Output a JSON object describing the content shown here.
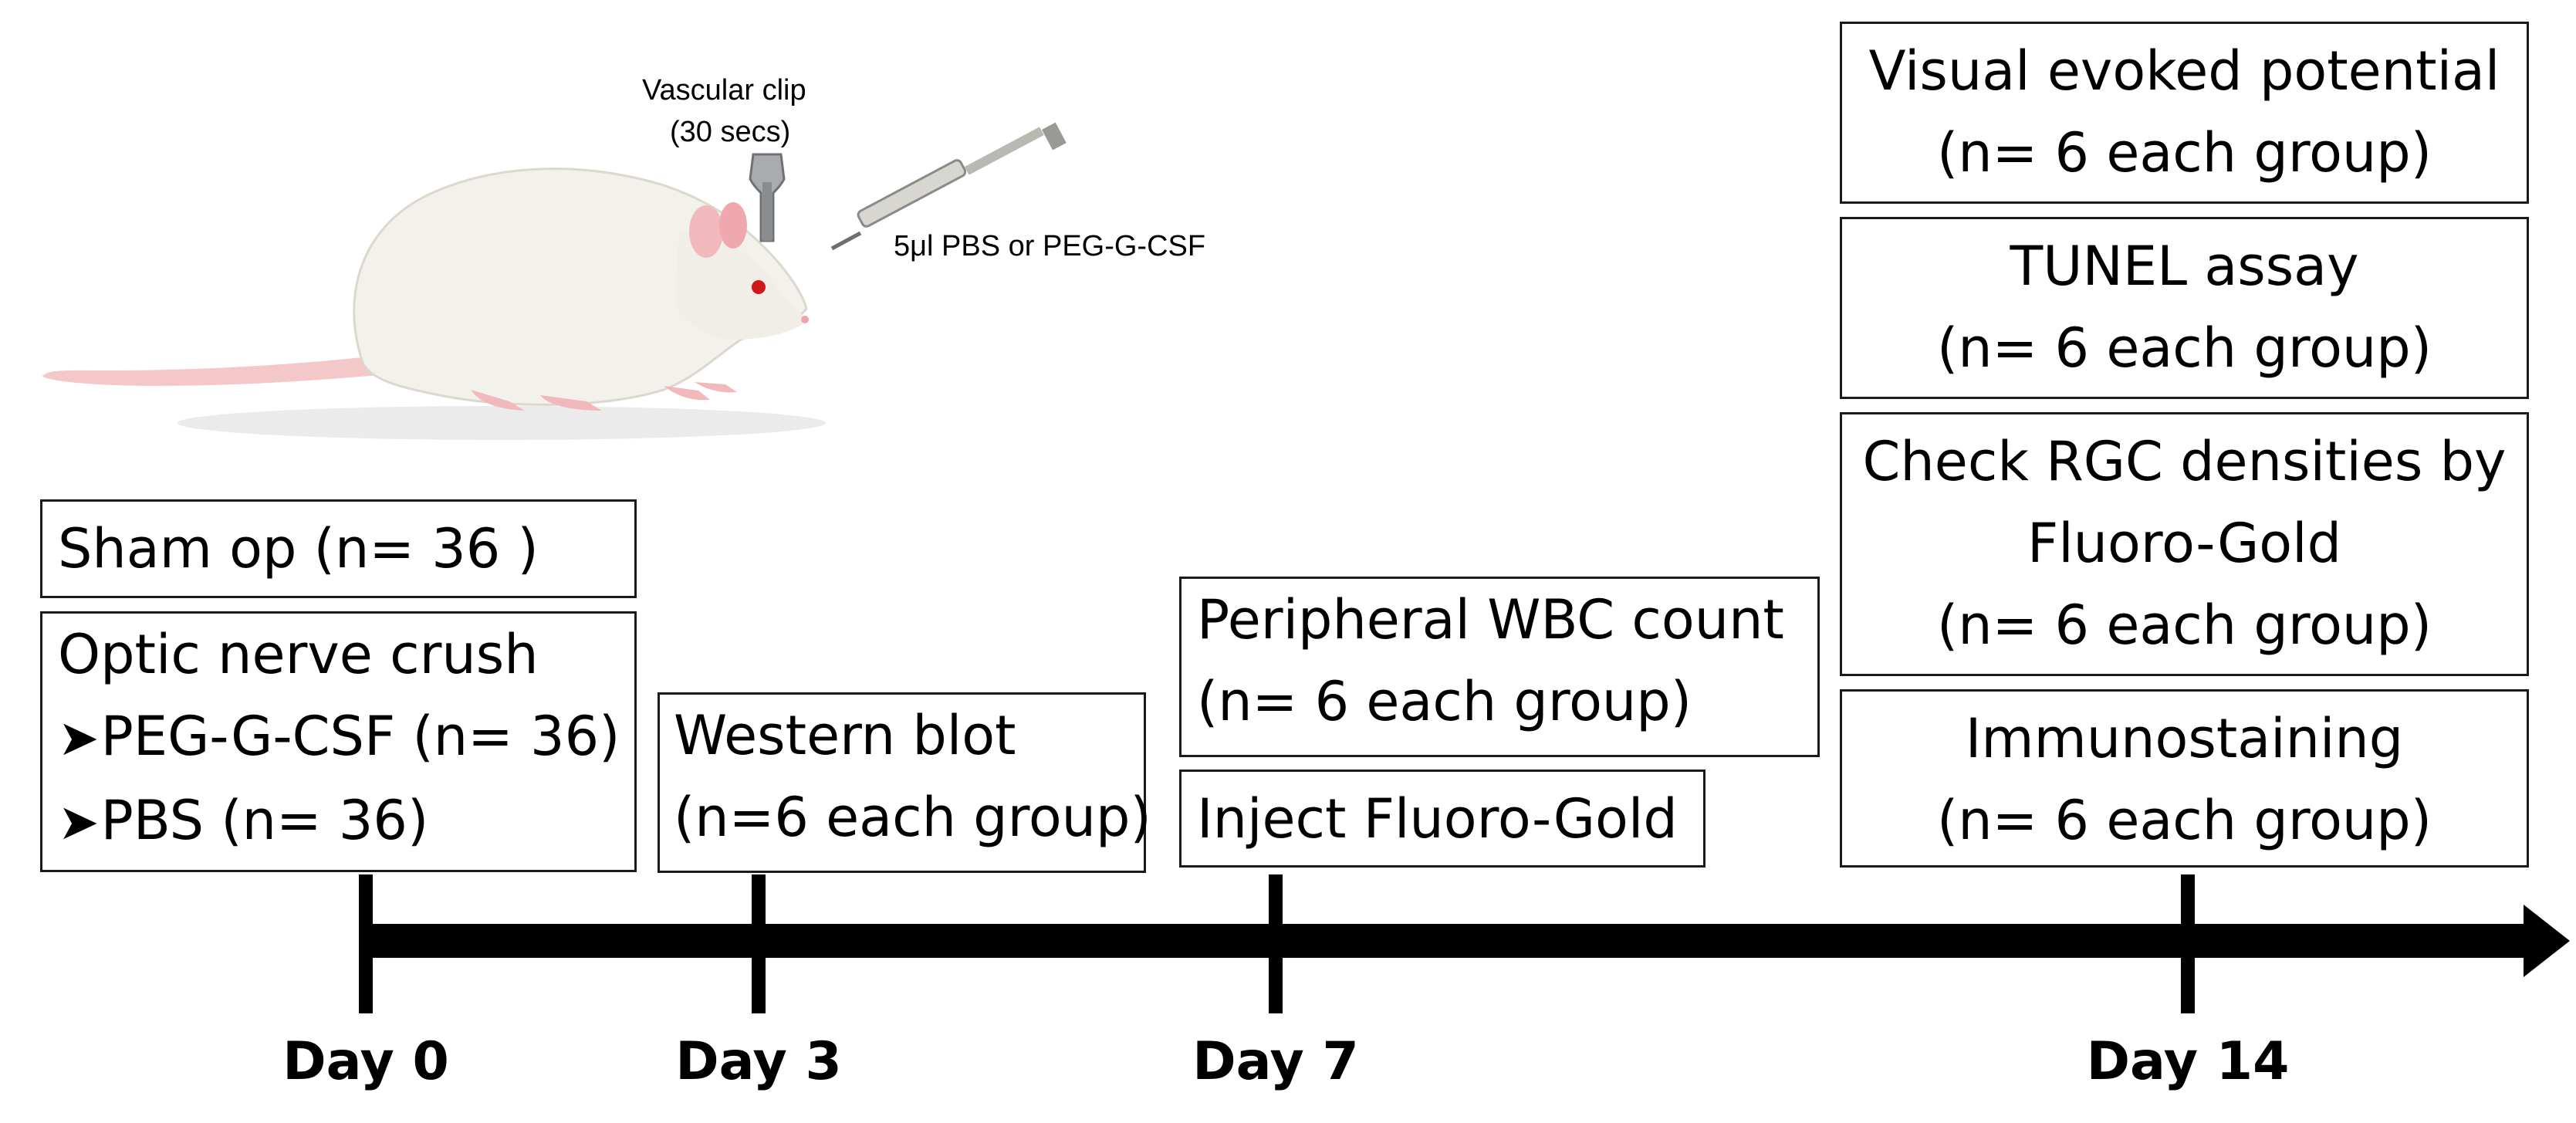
{
  "illustration": {
    "subject_icon": "rat-illustration",
    "clip_label_line1": "Vascular clip",
    "clip_label_line2": "(30 secs)",
    "syringe_label": "5μl PBS or PEG-G-CSF",
    "clip_icon": "vascular-clip-icon",
    "syringe_icon": "syringe-icon"
  },
  "timeline": {
    "days": [
      {
        "label": "Day 0"
      },
      {
        "label": "Day 3"
      },
      {
        "label": "Day 7"
      },
      {
        "label": "Day 14"
      }
    ],
    "arrow_icon": "timeline-arrow"
  },
  "boxes": {
    "sham": {
      "line1": "Sham op (n= 36 )"
    },
    "crush": {
      "line1": "Optic nerve crush",
      "line2": "PEG-G-CSF (n= 36)",
      "line3": "PBS (n= 36)",
      "bullet": "➤"
    },
    "western": {
      "line1": "Western blot",
      "line2": "(n=6 each group)"
    },
    "wbc": {
      "line1": "Peripheral WBC count",
      "line2": "(n= 6 each group)"
    },
    "fluoro_inject": {
      "line1": "Inject Fluoro-Gold"
    },
    "vep": {
      "line1": "Visual evoked potential",
      "line2": "(n= 6 each group)"
    },
    "tunel": {
      "line1": "TUNEL assay",
      "line2": "(n= 6 each group)"
    },
    "rgc": {
      "line1": "Check RGC densities by",
      "line2": "Fluoro-Gold",
      "line3": "(n= 6 each group)"
    },
    "immuno": {
      "line1": "Immunostaining",
      "line2": "(n= 6 each group)"
    }
  },
  "colors": {
    "line": "#000000",
    "rat_body": "#f3f1ec",
    "rat_pink": "#f2b9bd",
    "rat_eye": "#d01818"
  }
}
